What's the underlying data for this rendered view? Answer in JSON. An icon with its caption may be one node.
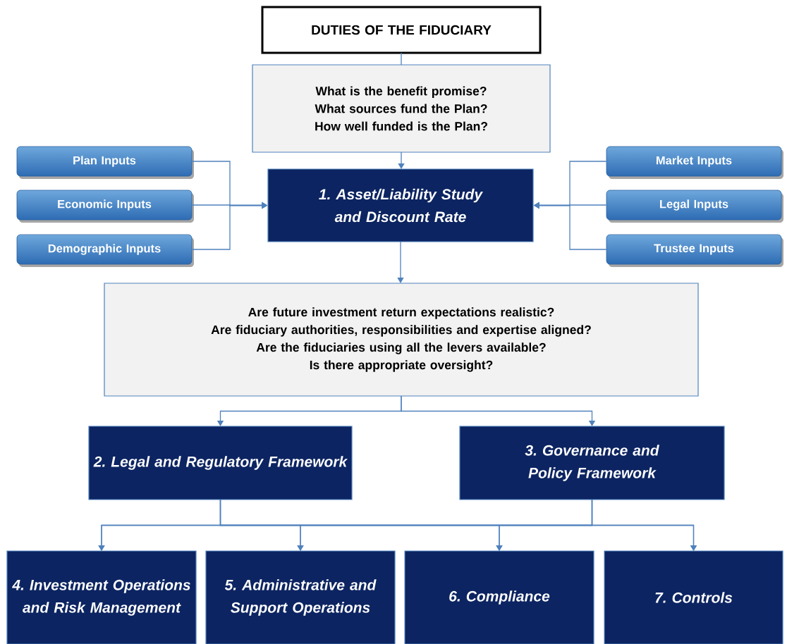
{
  "diagram": {
    "nodes": [
      {
        "text": [
          "DUTIES OF THE FIDUCIARY"
        ]
      },
      {
        "text": [
          "What is the benefit promise?",
          "What sources fund the Plan?",
          "How well funded is the Plan?"
        ]
      },
      {
        "text": [
          "Plan Inputs"
        ]
      },
      {
        "text": [
          "Economic Inputs"
        ]
      },
      {
        "text": [
          "Demographic Inputs"
        ]
      },
      {
        "text": [
          "1. Asset/Liability Study and Discount Rate"
        ]
      },
      {
        "text": [
          "Market Inputs"
        ]
      },
      {
        "text": [
          "Legal Inputs"
        ]
      },
      {
        "text": [
          "Trustee Inputs"
        ]
      },
      {
        "text": [
          "Are future investment return expectations realistic?",
          "Are fiduciary authorities, responsibilities and expertise aligned?",
          "Are the fiduciaries using all the levers available?",
          "Is there appropriate oversight?"
        ]
      },
      {
        "text": [
          "2. Legal and Regulatory Framework"
        ]
      },
      {
        "text": [
          "3. Governance and Policy Framework"
        ]
      },
      {
        "text": [
          "4. Investment Operations and Risk Management"
        ]
      },
      {
        "text": [
          "5. Administrative and Support Operations"
        ]
      },
      {
        "text": [
          "6. Compliance"
        ]
      },
      {
        "text": [
          "7. Controls"
        ]
      }
    ],
    "edges": [
      {
        "from": 0,
        "to": 1,
        "arrow": "none"
      },
      {
        "from": 1,
        "to": 5,
        "arrow": "to"
      },
      {
        "from": 2,
        "to": 5,
        "arrow": "to"
      },
      {
        "from": 3,
        "to": 5,
        "arrow": "to"
      },
      {
        "from": 4,
        "to": 5,
        "arrow": "to"
      },
      {
        "from": 6,
        "to": 5,
        "arrow": "to"
      },
      {
        "from": 7,
        "to": 5,
        "arrow": "to"
      },
      {
        "from": 8,
        "to": 5,
        "arrow": "to"
      },
      {
        "from": 5,
        "to": 9,
        "arrow": "to"
      },
      {
        "from": 9,
        "to": 10,
        "arrow": "to"
      },
      {
        "from": 9,
        "to": 11,
        "arrow": "to"
      },
      {
        "from": 10,
        "to": 12,
        "arrow": "to"
      },
      {
        "from": 10,
        "to": 13,
        "arrow": "to"
      },
      {
        "from": 10,
        "to": 14,
        "arrow": "to"
      },
      {
        "from": 10,
        "to": 15,
        "arrow": "to"
      },
      {
        "from": 11,
        "to": 12,
        "arrow": "to"
      },
      {
        "from": 11,
        "to": 13,
        "arrow": "to"
      },
      {
        "from": 11,
        "to": 14,
        "arrow": "to"
      },
      {
        "from": 11,
        "to": 15,
        "arrow": "to"
      }
    ]
  }
}
